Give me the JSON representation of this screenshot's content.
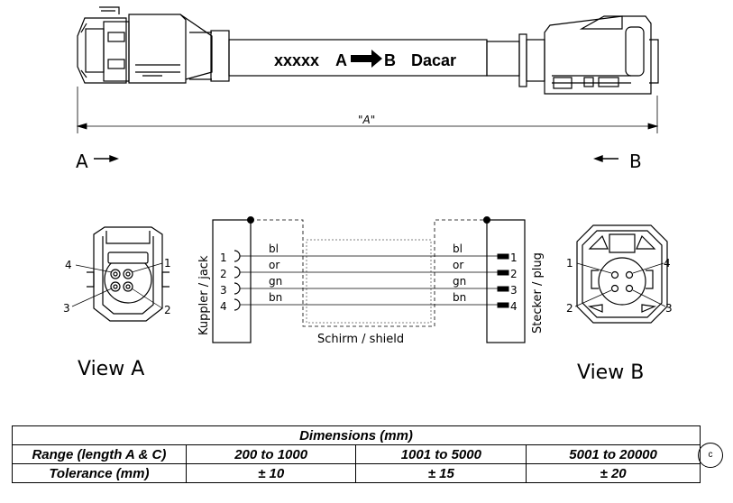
{
  "cable": {
    "label_part": "xxxxx",
    "label_from": "A",
    "label_to": "B",
    "label_brand": "Dacar",
    "length_label": "\"A\""
  },
  "ends": {
    "left": "A",
    "right": "B"
  },
  "schematic": {
    "jack_label": "Kuppler / jack",
    "plug_label": "Stecker / plug",
    "shield_label": "Schirm / shield",
    "wires": [
      {
        "pin": "1",
        "color": "bl"
      },
      {
        "pin": "2",
        "color": "or"
      },
      {
        "pin": "3",
        "color": "gn"
      },
      {
        "pin": "4",
        "color": "bn"
      }
    ]
  },
  "views": {
    "a": {
      "caption": "View A",
      "pins": [
        "1",
        "2",
        "3",
        "4"
      ]
    },
    "b": {
      "caption": "View B",
      "pins": [
        "1",
        "2",
        "3",
        "4"
      ]
    }
  },
  "table": {
    "header": "Dimensions (mm)",
    "rows": [
      {
        "label": "Range (length A & C)",
        "cells": [
          "200 to 1000",
          "1001 to 5000",
          "5001 to 20000"
        ]
      },
      {
        "label": "Tolerance (mm)",
        "cells": [
          "± 10",
          "± 15",
          "± 20"
        ]
      }
    ]
  },
  "corner_mark": "c"
}
